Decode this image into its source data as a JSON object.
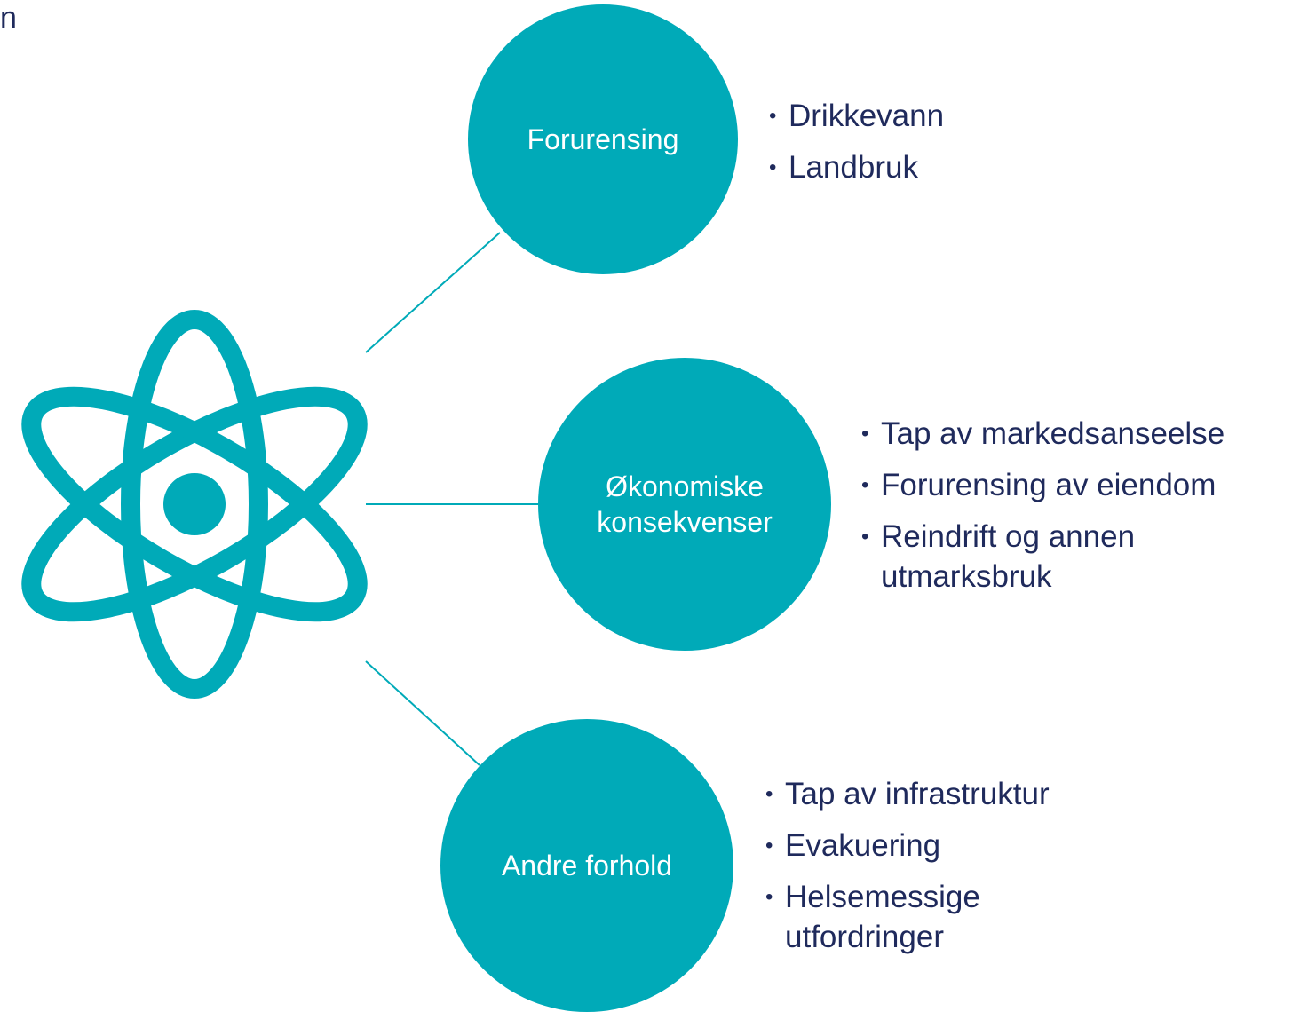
{
  "corner_text": "n",
  "colors": {
    "accent": "#00aab8",
    "text": "#1f2a5c"
  },
  "center_icon": "atom-icon",
  "hubs": [
    {
      "label": "Forurensing",
      "items": [
        "Drikkevann",
        "Landbruk"
      ]
    },
    {
      "label": "Økonomiske konsekvenser",
      "label_lines": [
        "Økonomiske",
        "konsekvenser"
      ],
      "items": [
        "Tap av markedsanseelse",
        "Forurensing av eiendom",
        "Reindrift og annen utmarksbruk"
      ]
    },
    {
      "label": "Andre forhold",
      "items": [
        "Tap av infrastruktur",
        "Evakuering",
        "Helsemessige utfordringer"
      ]
    }
  ]
}
